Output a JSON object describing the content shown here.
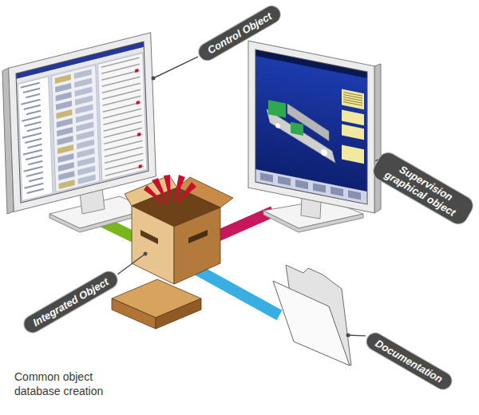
{
  "diagram": {
    "caption": "Common object database creation",
    "nodes": [
      {
        "text": [
          "Control Object"
        ]
      },
      {
        "text": [
          "Supervision graphical object"
        ]
      },
      {
        "text": [
          "Integrated Object"
        ]
      },
      {
        "text": [
          "Documentation"
        ]
      }
    ]
  }
}
